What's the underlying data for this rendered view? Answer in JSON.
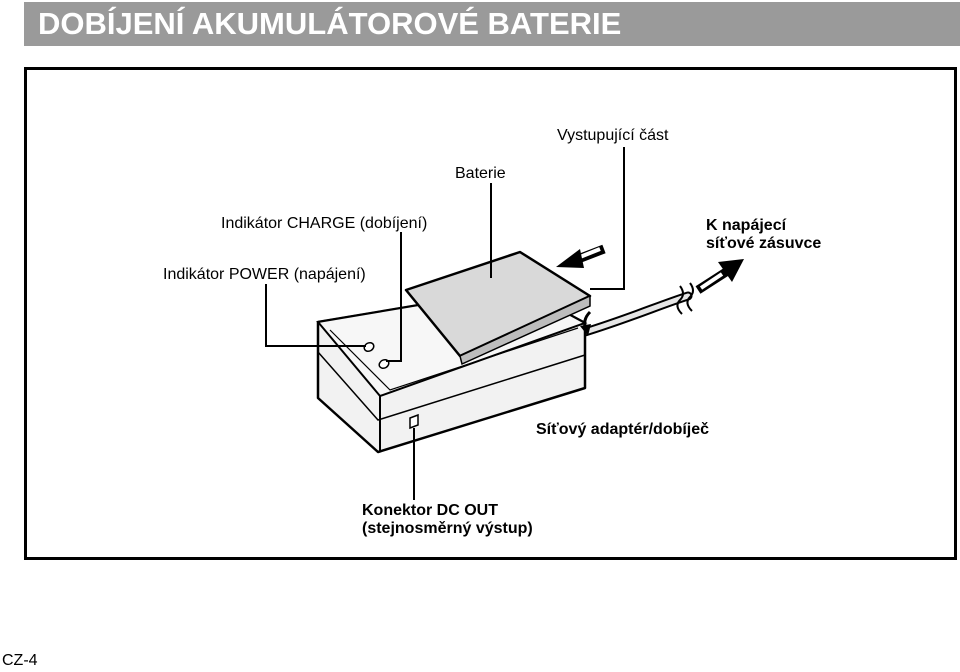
{
  "page": {
    "title": "DOBÍJENÍ AKUMULÁTOROVÉ BATERIE",
    "footer": "CZ-4"
  },
  "figure": {
    "labels": {
      "output_part": "Vystupující část",
      "battery": "Baterie",
      "charge_indicator": "Indikátor CHARGE (dobíjení)",
      "power_indicator": "Indikátor POWER (napájení)",
      "to_outlet_line1": "K napájecí",
      "to_outlet_line2": "síťové zásuvce",
      "adapter": "Síťový adaptér/dobíječ",
      "dc_out_line1": "Konektor DC OUT",
      "dc_out_line2": "(stejnosměrný výstup)"
    },
    "colors": {
      "title_bar": "#9a9a9a",
      "device_body": "#f2f2f2",
      "battery": "#d9d9d9"
    }
  }
}
